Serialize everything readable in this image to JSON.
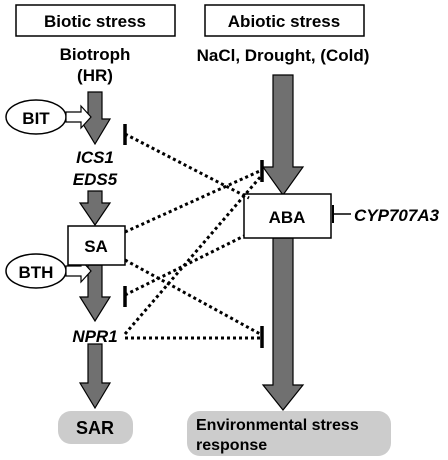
{
  "headers": {
    "biotic": "Biotic stress",
    "abiotic": "Abiotic stress"
  },
  "labels": {
    "biotroph": "Biotroph",
    "hr": "(HR)",
    "abiotic_conditions": "NaCl, Drought, (Cold)",
    "ics1": "ICS1",
    "eds5": "EDS5",
    "npr1": "NPR1",
    "cyp707a3": "CYP707A3"
  },
  "nodes": {
    "bit": "BIT",
    "bth": "BTH",
    "sa": "SA",
    "aba": "ABA",
    "sar": "SAR",
    "env_line1": "Environmental stress",
    "env_line2": "response"
  },
  "colors": {
    "arrow_fill": "#707070",
    "result_box_fill": "#cccccc",
    "line": "#000000"
  }
}
